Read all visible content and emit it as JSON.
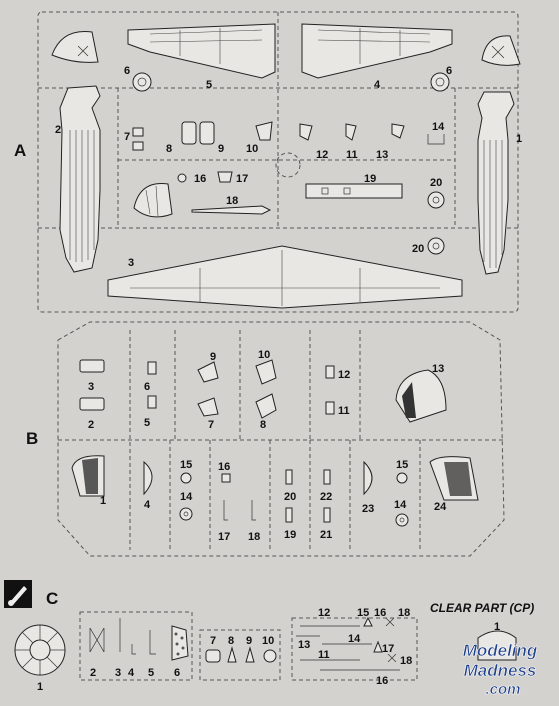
{
  "sprue_a": {
    "label": "A",
    "parts": [
      "1",
      "2",
      "3",
      "4",
      "5",
      "6",
      "6",
      "7",
      "8",
      "9",
      "10",
      "11",
      "12",
      "13",
      "14",
      "16",
      "17",
      "18",
      "19",
      "20",
      "20"
    ]
  },
  "sprue_b": {
    "label": "B",
    "parts": [
      "1",
      "2",
      "3",
      "4",
      "5",
      "6",
      "7",
      "8",
      "9",
      "10",
      "11",
      "12",
      "13",
      "14",
      "14",
      "15",
      "15",
      "16",
      "17",
      "18",
      "19",
      "20",
      "21",
      "22",
      "23",
      "24"
    ]
  },
  "sprue_c": {
    "label": "C",
    "parts": [
      "1",
      "2",
      "3",
      "4",
      "5",
      "6",
      "7",
      "8",
      "9",
      "10"
    ]
  },
  "clear_part": {
    "title": "CLEAR PART (CP)",
    "parts": [
      "1",
      "11",
      "12",
      "13",
      "14",
      "15",
      "16",
      "16",
      "17",
      "18",
      "18"
    ]
  },
  "watermark": {
    "line1": "Modeling",
    "line2": "Madness",
    "line3": ".com"
  },
  "colors": {
    "background": "#d4d2cf",
    "ink": "#111111",
    "watermark": "#1e3f8a"
  }
}
